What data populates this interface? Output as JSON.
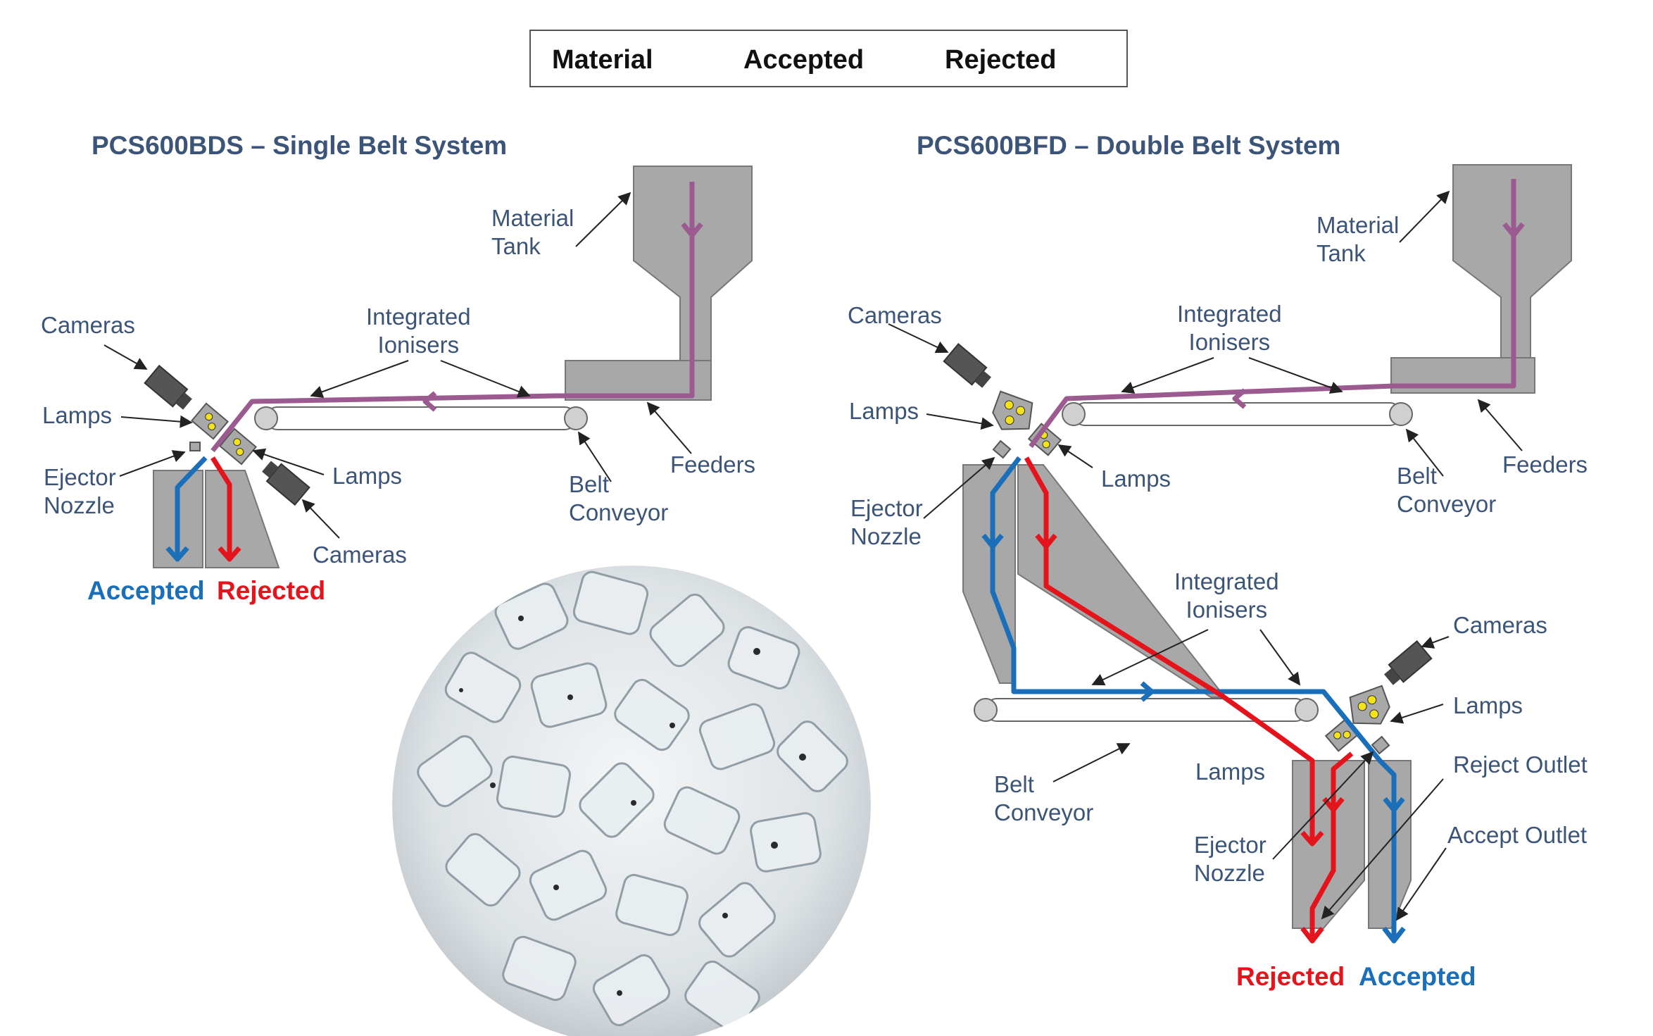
{
  "legend": {
    "material_label": "Material",
    "accepted_label": "Accepted",
    "rejected_label": "Rejected"
  },
  "colors": {
    "material": "#9b5a90",
    "accepted": "#1a6fb8",
    "rejected": "#e3141c",
    "machine": "#a8a8a8",
    "text": "#3b5477"
  },
  "single": {
    "title": "PCS600BDS – Single Belt System",
    "labels": {
      "material_tank": "Material\nTank",
      "integrated_ionisers": "Integrated\nIonisers",
      "cameras_top": "Cameras",
      "lamps_top": "Lamps",
      "ejector_nozzle": "Ejector\nNozzle",
      "lamps_bottom": "Lamps",
      "cameras_bottom": "Cameras",
      "belt_conveyor": "Belt\nConveyor",
      "feeders": "Feeders"
    },
    "outputs": {
      "accepted": "Accepted",
      "rejected": "Rejected"
    }
  },
  "double": {
    "title": "PCS600BFD – Double Belt System",
    "labels": {
      "material_tank": "Material\nTank",
      "integrated_ionisers_top": "Integrated\nIonisers",
      "cameras_top": "Cameras",
      "lamps_top": "Lamps",
      "lamps_top_2": "Lamps",
      "ejector_nozzle_top": "Ejector\nNozzle",
      "belt_conveyor_top": "Belt\nConveyor",
      "feeders": "Feeders",
      "integrated_ionisers_bottom": "Integrated\nIonisers",
      "cameras_bottom": "Cameras",
      "lamps_bottom_right": "Lamps",
      "lamps_bottom_left": "Lamps",
      "reject_outlet": "Reject Outlet",
      "accept_outlet": "Accept Outlet",
      "ejector_nozzle_bottom": "Ejector\nNozzle",
      "belt_conveyor_bottom": "Belt\nConveyor"
    },
    "outputs": {
      "rejected": "Rejected",
      "accepted": "Accepted"
    }
  },
  "photo": {
    "subject": "clear plastic pellets with contaminants"
  }
}
